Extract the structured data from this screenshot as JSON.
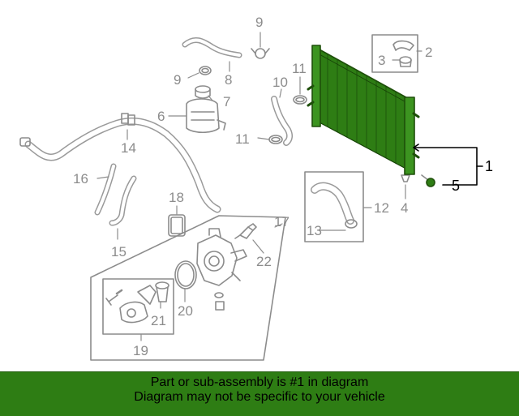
{
  "diagram": {
    "callouts": {
      "c1": "1",
      "c2": "2",
      "c3": "3",
      "c4": "4",
      "c5": "5",
      "c6": "6",
      "c7": "7",
      "c8": "8",
      "c9a": "9",
      "c9b": "9",
      "c10": "10",
      "c11a": "11",
      "c11b": "11",
      "c12": "12",
      "c13": "13",
      "c14": "14",
      "c15": "15",
      "c16": "16",
      "c17": "17",
      "c18": "18",
      "c19": "19",
      "c20": "20",
      "c21": "21",
      "c22": "22"
    },
    "highlighted_part": "1",
    "highlight_color": "#2e7d14",
    "line_color": "#999999"
  },
  "footer": {
    "line1": "Part or sub-assembly is #1 in diagram",
    "line2": "Diagram may not be specific to your vehicle",
    "bg_color": "#2e7d14"
  }
}
